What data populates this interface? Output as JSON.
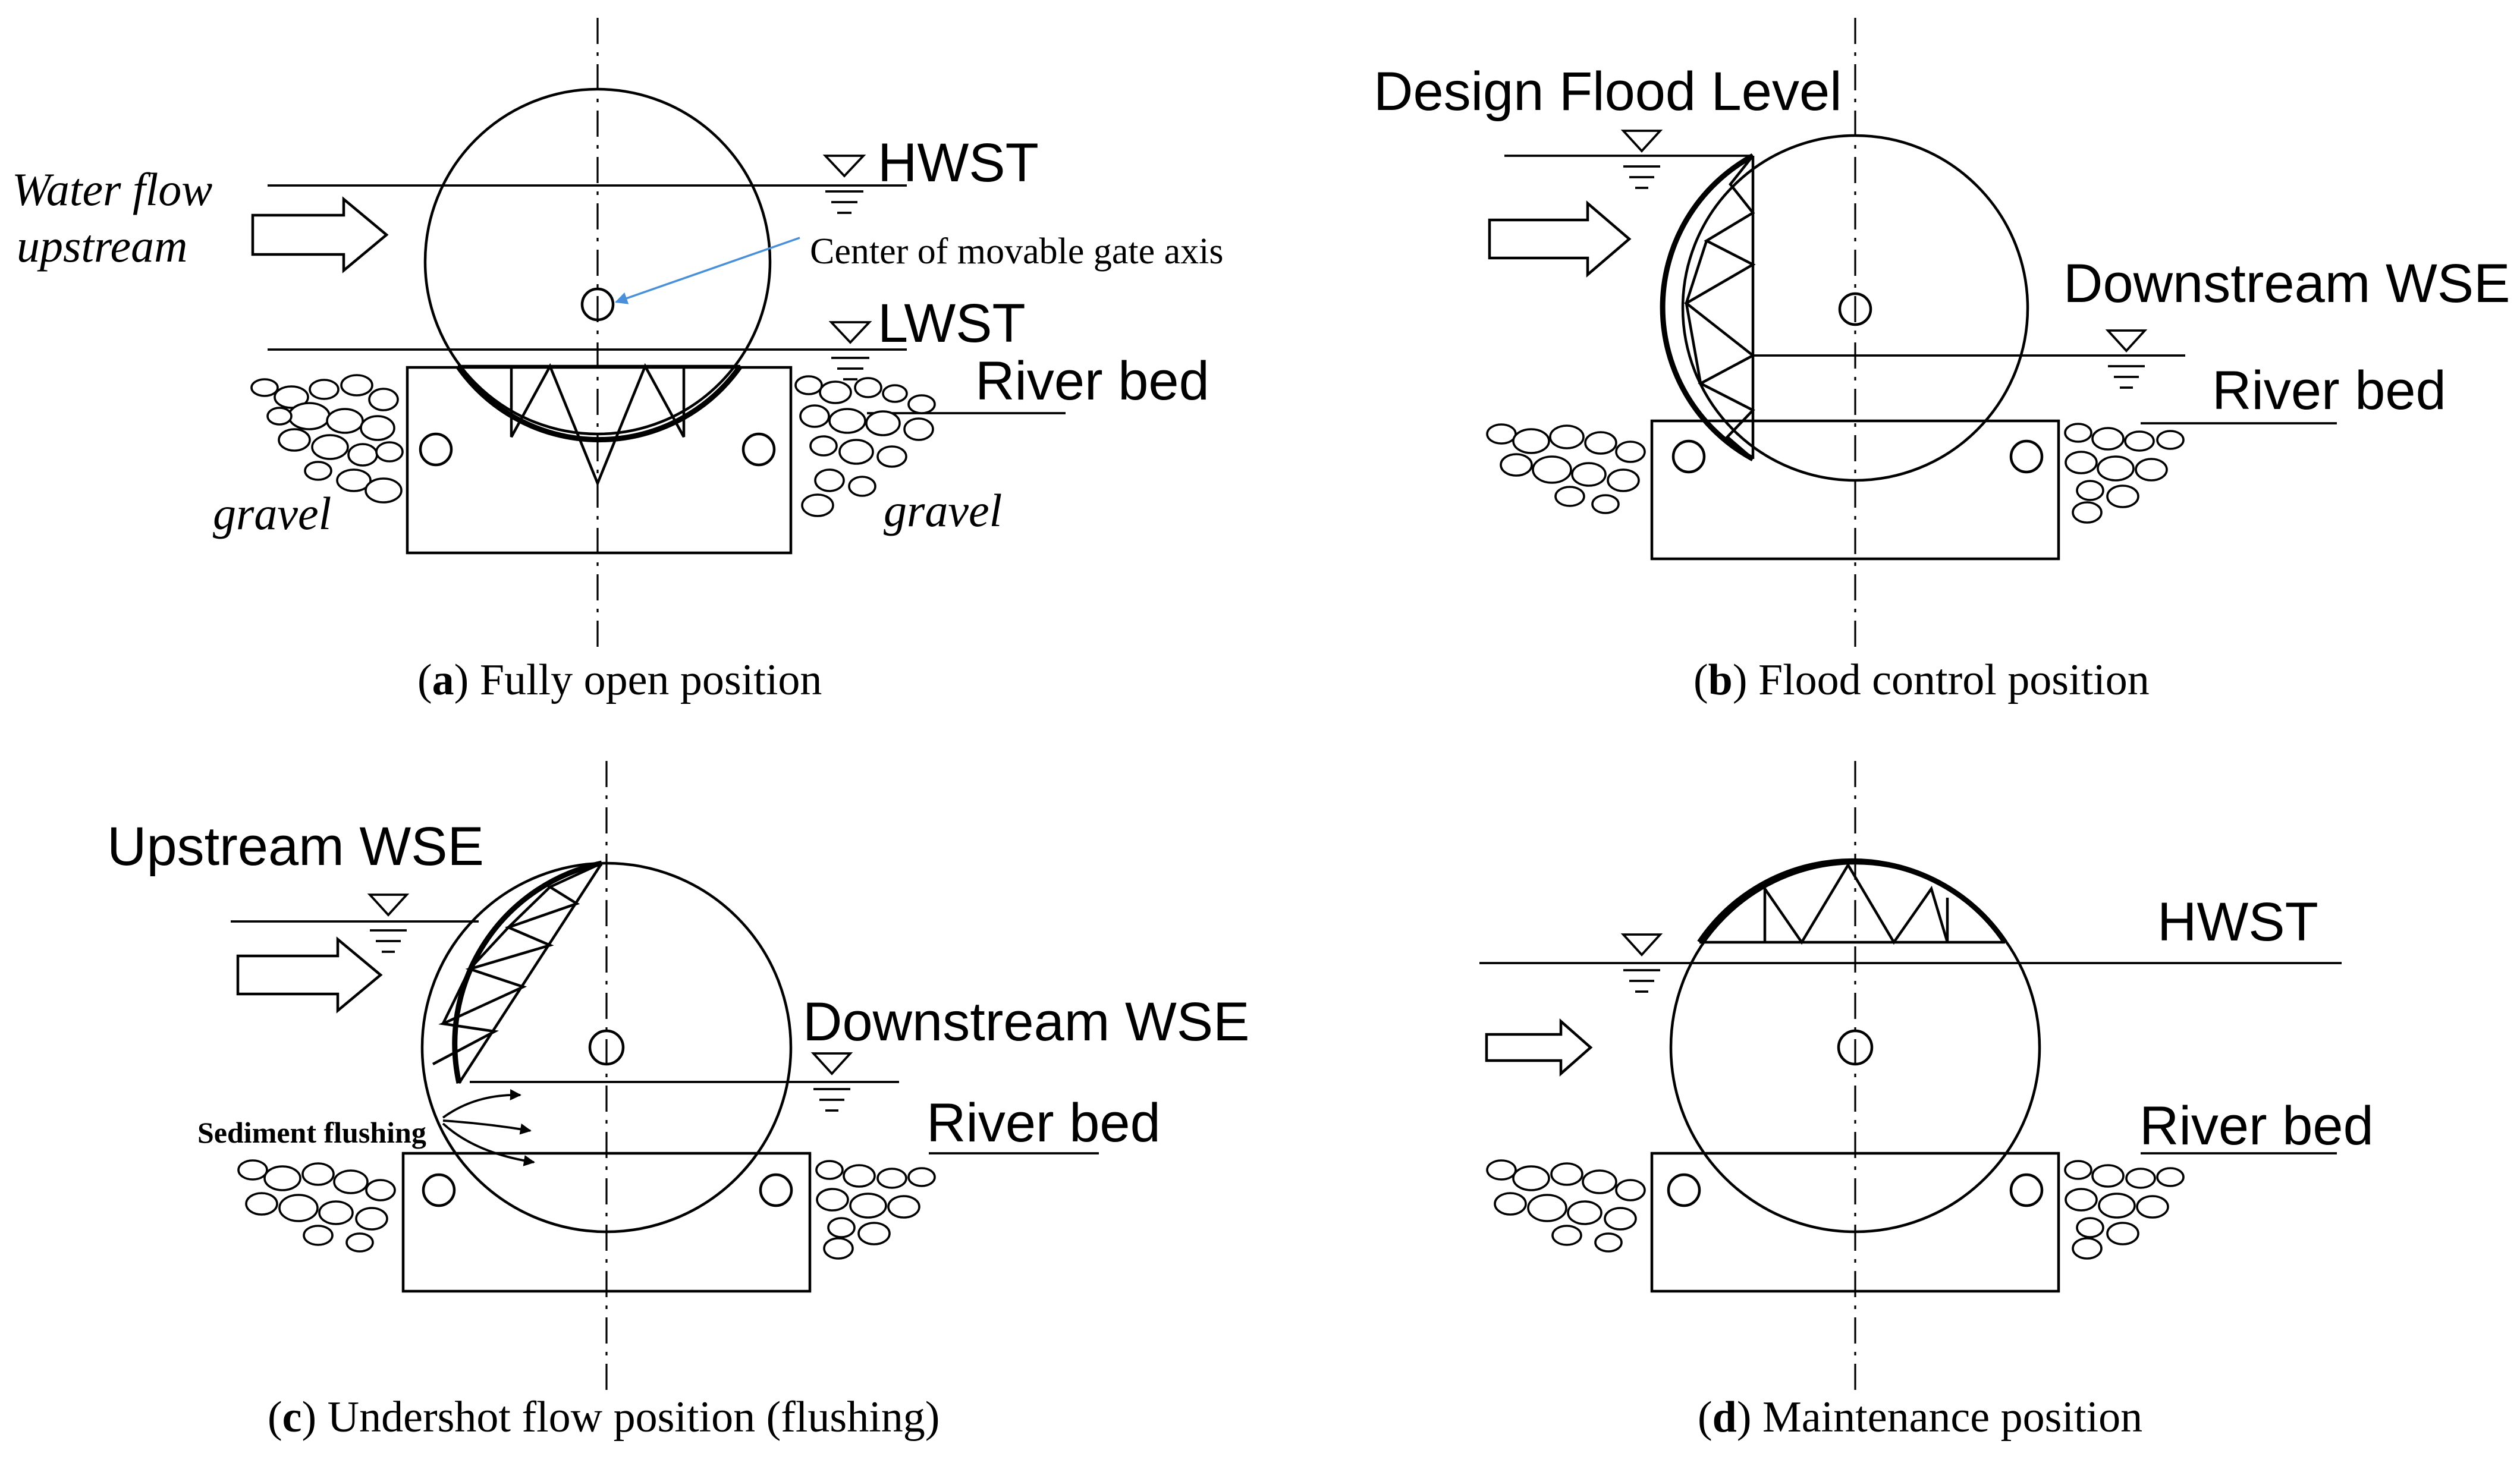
{
  "panels": {
    "a": {
      "hwst": "HWST",
      "lwst": "LWST",
      "river_bed": "River bed",
      "flow_line1": "Water flow",
      "flow_line2": "upstream",
      "center_note": "Center of movable gate axis",
      "gravel_left": "gravel",
      "gravel_right": "gravel",
      "caption_letter": "a",
      "caption_text": " Fully open position"
    },
    "b": {
      "design_flood": "Design Flood Level",
      "downstream": "Downstream WSE",
      "river_bed": "River bed",
      "caption_letter": "b",
      "caption_text": " Flood control position"
    },
    "c": {
      "upstream": "Upstream WSE",
      "downstream": "Downstream WSE",
      "river_bed": "River bed",
      "sediment": "Sediment flushing",
      "caption_letter": "c",
      "caption_text": " Undershot flow position (flushing)"
    },
    "d": {
      "hwst": "HWST",
      "river_bed": "River bed",
      "caption_letter": "d",
      "caption_text": " Maintenance position"
    }
  },
  "colors": {
    "line": "#000000",
    "pointer": "#4a90d9",
    "background": "#ffffff"
  }
}
